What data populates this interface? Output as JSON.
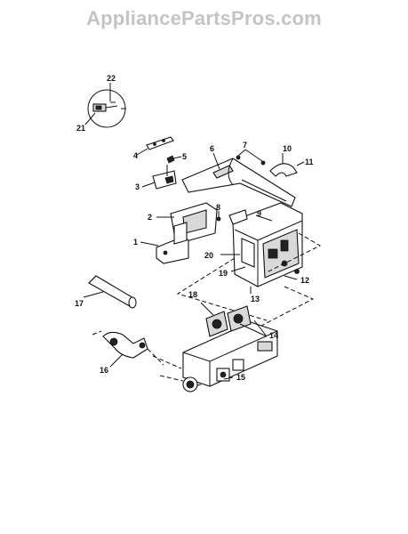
{
  "watermark": "AppliancePartsPros.com",
  "callouts": [
    {
      "id": "c22",
      "text": "22"
    },
    {
      "id": "c21",
      "text": "21"
    },
    {
      "id": "c4",
      "text": "4"
    },
    {
      "id": "c5",
      "text": "5"
    },
    {
      "id": "c6",
      "text": "6"
    },
    {
      "id": "c7",
      "text": "7"
    },
    {
      "id": "c10",
      "text": "10"
    },
    {
      "id": "c11",
      "text": "11"
    },
    {
      "id": "c3",
      "text": "3"
    },
    {
      "id": "c8",
      "text": "8"
    },
    {
      "id": "c2",
      "text": "2"
    },
    {
      "id": "c9",
      "text": "9"
    },
    {
      "id": "c1",
      "text": "1"
    },
    {
      "id": "c20",
      "text": "20"
    },
    {
      "id": "c19",
      "text": "19"
    },
    {
      "id": "c12",
      "text": "12"
    },
    {
      "id": "c13",
      "text": "13"
    },
    {
      "id": "c17",
      "text": "17"
    },
    {
      "id": "c18",
      "text": "18"
    },
    {
      "id": "c14",
      "text": "14"
    },
    {
      "id": "c16",
      "text": "16"
    },
    {
      "id": "c15",
      "text": "15"
    }
  ]
}
